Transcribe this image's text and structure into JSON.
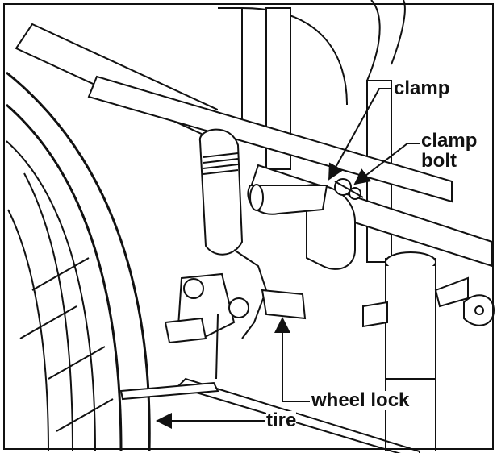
{
  "labels": {
    "clamp": "clamp",
    "clamp_bolt": "clamp bolt",
    "wheel_lock": "wheel lock",
    "tire": "tire"
  },
  "colors": {
    "line": "#111111",
    "fill_light": "#ffffff",
    "fill_shade": "#e6e6e6"
  }
}
